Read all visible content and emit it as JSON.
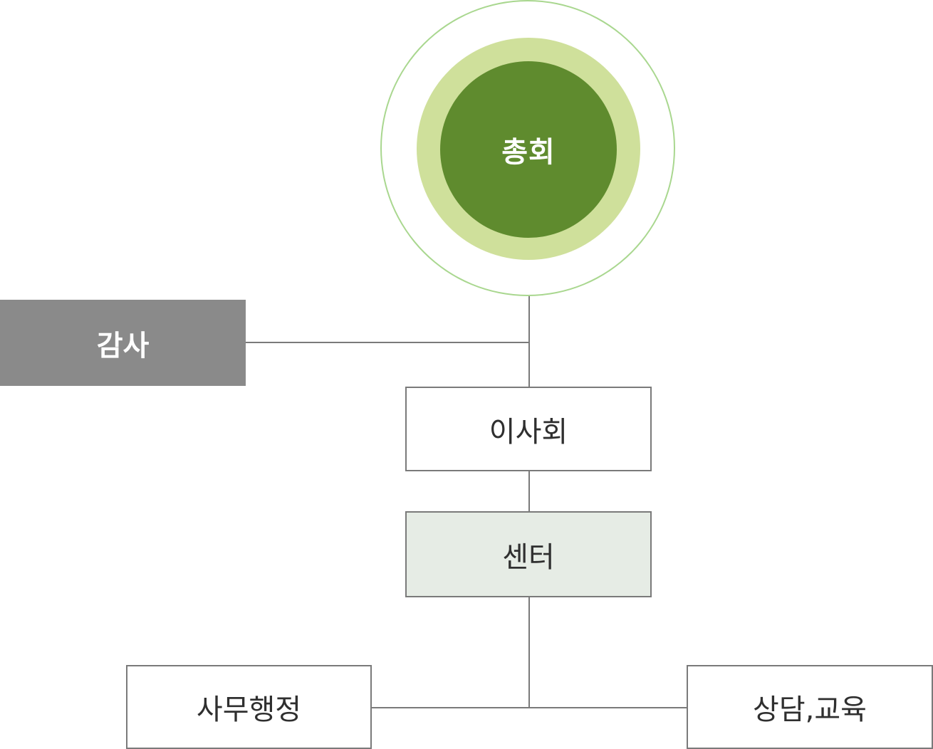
{
  "general_assembly": {
    "label": "총회"
  },
  "audit": {
    "label": "감사"
  },
  "board": {
    "label": "이사회"
  },
  "center": {
    "label": "센터"
  },
  "departments": [
    {
      "label": "사무행정"
    },
    {
      "label": "상담,교육"
    }
  ],
  "colors": {
    "core_green": "#5f8b2e",
    "ring_light_green": "#cfe09b",
    "outline_green": "#a9d78f",
    "audit_gray": "#8a8a8a",
    "center_fill": "#e6ece5",
    "line_gray": "#7a7a7a"
  }
}
